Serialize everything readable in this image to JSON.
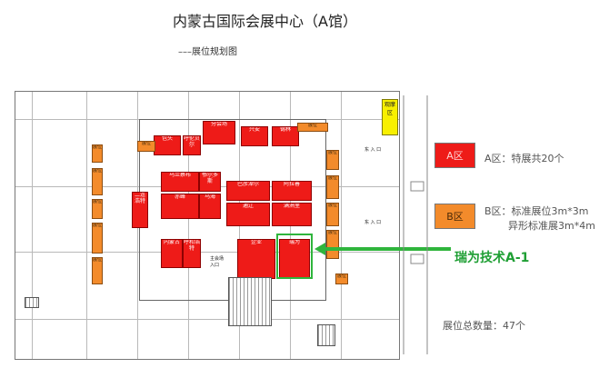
{
  "header": {
    "title": "内蒙古国际会展中心（A馆）",
    "subtitle": "–––展位规划图"
  },
  "plan": {
    "zone_labels": {
      "yellow": "观摩区",
      "entrance_main": "主会场\n入口",
      "entrance_side": "东 入 口",
      "entrance_top": "东 入 口"
    },
    "red_booths": [
      "分会场",
      "兴安",
      "锡林",
      "包头",
      "呼伦贝尔",
      "乌兰察布",
      "鄂尔多斯",
      "赤峰",
      "乌海",
      "巴彦淖尔",
      "阿拉善",
      "通辽",
      "满洲里",
      "二连浩特",
      "内蒙古",
      "呼和浩特",
      "企业",
      "瑞为"
    ],
    "orange_booths": [
      "展位",
      "展位",
      "展位",
      "展位",
      "展位",
      "展位",
      "展位",
      "展位",
      "展位",
      "展位",
      "展位",
      "展位"
    ]
  },
  "legend": {
    "a_box": "A区",
    "a_desc": "A区：特展共20个",
    "b_box": "B区",
    "b_desc_1": "B区：标准展位3m*3m",
    "b_desc_2": "异形标准展3m*4m",
    "total": "展位总数量：47个",
    "colors": {
      "a": "#ee1b18",
      "b": "#f38b2b",
      "yellow": "#f8f000",
      "highlight": "#2fb53c"
    }
  },
  "callout": {
    "label": "瑞为技术A-1"
  }
}
